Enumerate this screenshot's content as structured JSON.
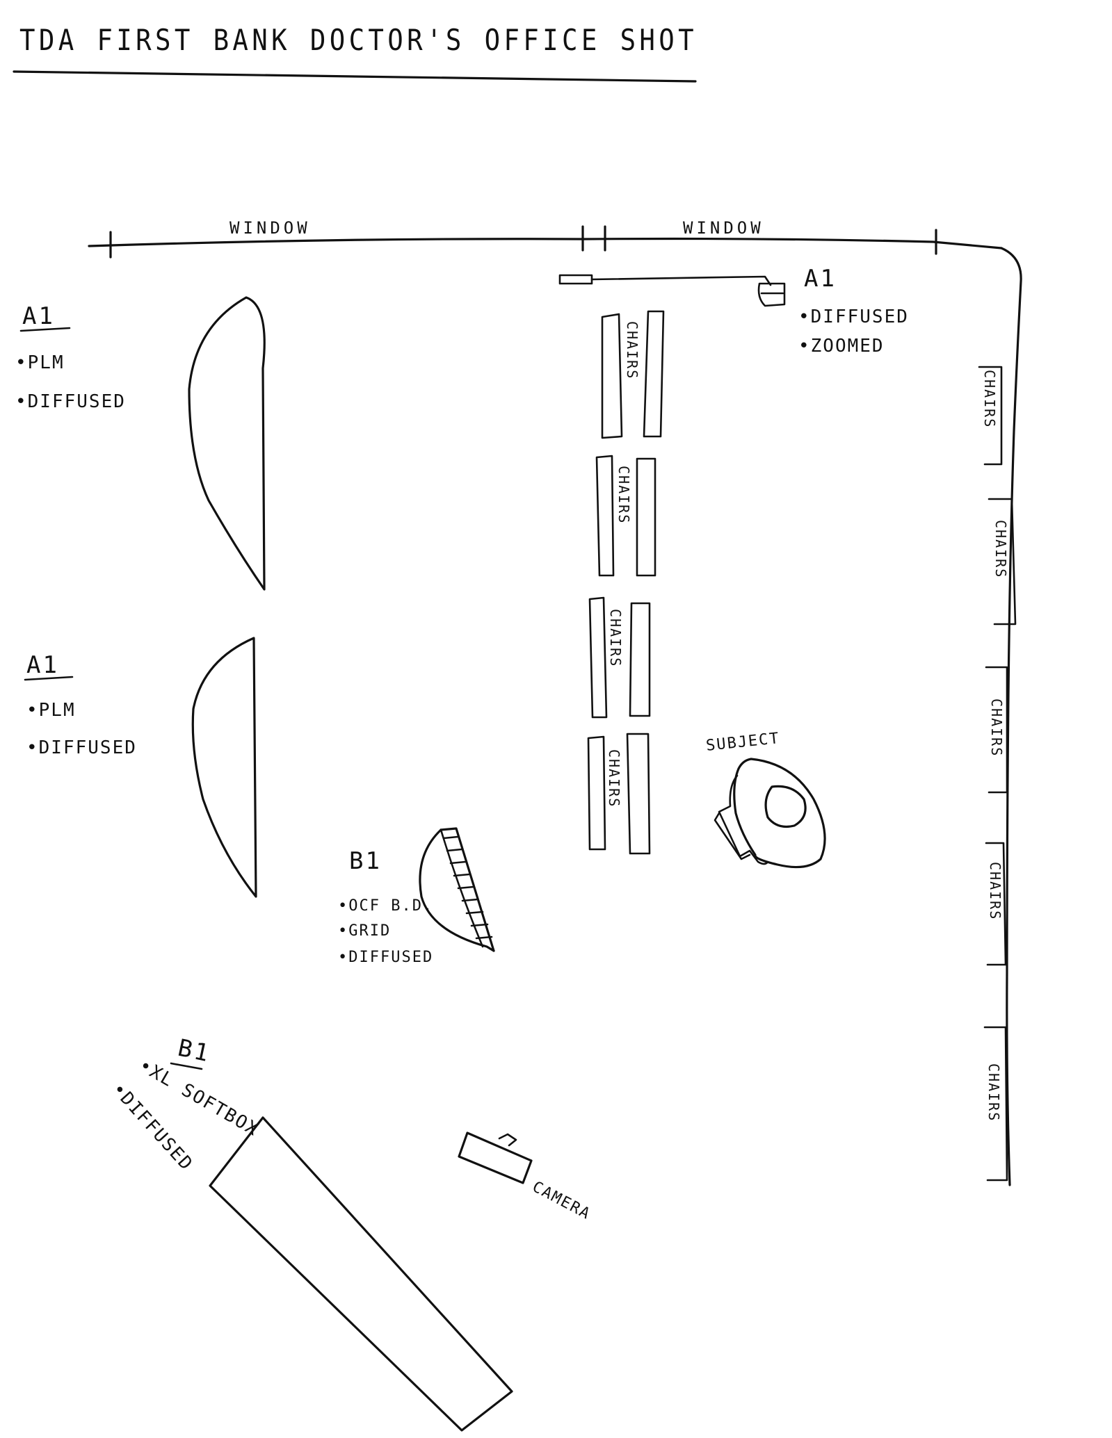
{
  "title": "TDA FIRST BANK DOCTOR'S OFFICE SHOT",
  "walls": {
    "window_left": "WINDOW",
    "window_right": "WINDOW"
  },
  "chairs_label": "CHAIRS",
  "lights": {
    "left_upper": {
      "name": "A1",
      "notes": [
        "•PLM",
        "•DIFFUSED"
      ]
    },
    "left_lower": {
      "name": "A1",
      "notes": [
        "•PLM",
        "•DIFFUSED"
      ]
    },
    "top_right": {
      "name": "A1",
      "notes": [
        "•DIFFUSED",
        "•ZOOMED"
      ]
    },
    "center": {
      "name": "B1",
      "notes": [
        "•OCF B.D.",
        "•GRID",
        "•DIFFUSED"
      ]
    },
    "softbox": {
      "name": "B1",
      "notes": [
        "•XL SOFTBOX",
        "•DIFFUSED"
      ]
    }
  },
  "subject_label": "SUBJECT",
  "camera_label": "CAMERA"
}
